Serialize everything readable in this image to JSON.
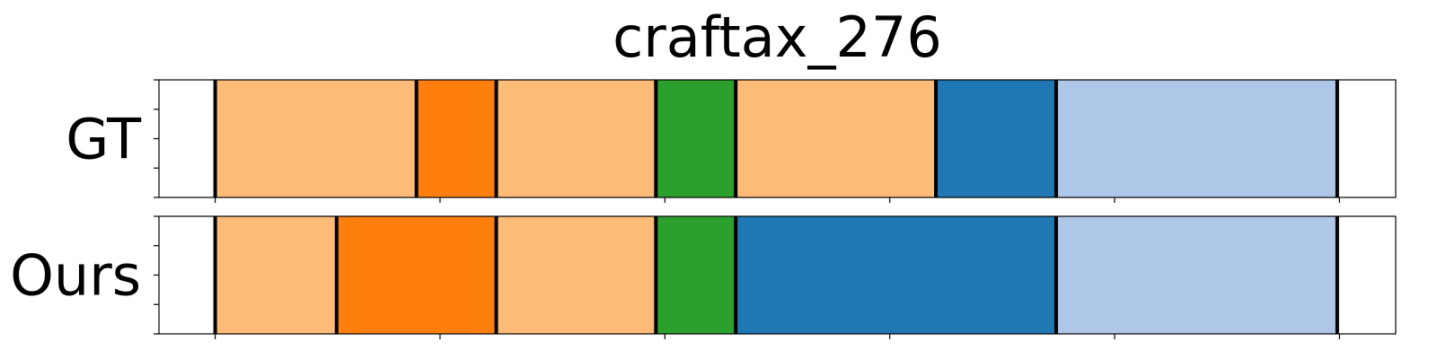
{
  "chart_data": {
    "type": "segmentation-timeline",
    "title": "craftax_276",
    "xlim": [
      0,
      550
    ],
    "x_ticks": [
      25,
      125,
      225,
      325,
      425,
      525
    ],
    "x_tick_labels_shown": false,
    "y_ticks_per_row": 5,
    "grid": false,
    "legend": "none",
    "boundary_color": "#000000",
    "rows": [
      {
        "label": "GT",
        "segments": [
          {
            "start": 25,
            "end": 114.5,
            "color": "#ffbb78"
          },
          {
            "start": 114.5,
            "end": 150,
            "color": "#ff7f0e"
          },
          {
            "start": 150,
            "end": 221,
            "color": "#ffbb78"
          },
          {
            "start": 221,
            "end": 256.5,
            "color": "#2ca02c"
          },
          {
            "start": 256.5,
            "end": 345.5,
            "color": "#ffbb78"
          },
          {
            "start": 345.5,
            "end": 399,
            "color": "#1f77b4"
          },
          {
            "start": 399,
            "end": 524,
            "color": "#aec7e8"
          }
        ]
      },
      {
        "label": "Ours",
        "segments": [
          {
            "start": 25,
            "end": 79,
            "color": "#ffbb78"
          },
          {
            "start": 79,
            "end": 150,
            "color": "#ff7f0e"
          },
          {
            "start": 150,
            "end": 221,
            "color": "#ffbb78"
          },
          {
            "start": 221,
            "end": 256.5,
            "color": "#2ca02c"
          },
          {
            "start": 256.5,
            "end": 399,
            "color": "#1f77b4"
          },
          {
            "start": 399,
            "end": 524,
            "color": "#aec7e8"
          }
        ]
      }
    ]
  }
}
